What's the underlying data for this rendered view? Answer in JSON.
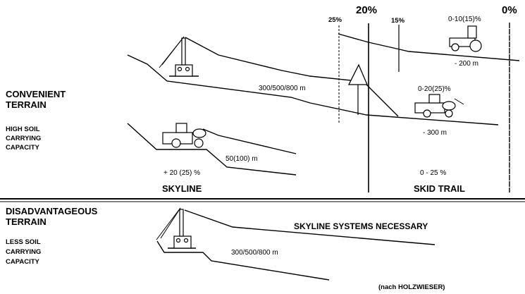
{
  "convenient": {
    "title_line1": "CONVENIENT",
    "title_line2": "TERRAIN",
    "soil_line1": "HIGH SOIL",
    "soil_line2": "CARRYING",
    "soil_line3": "CAPACITY"
  },
  "disadvantageous": {
    "title_line1": "DISADVANTAGEOUS",
    "title_line2": "TERRAIN",
    "soil_line1": "LESS SOIL",
    "soil_line2": "CARRYING",
    "soil_line3": "CAPACITY",
    "note": "SKYLINE SYSTEMS NECESSARY",
    "distance": "300/500/800 m"
  },
  "skyline": {
    "label": "SKYLINE",
    "slope": "+ 20 (25) %",
    "skyline_distance": "300/500/800 m",
    "tractor_distance": "50(100) m"
  },
  "skid_trail": {
    "label": "SKID TRAIL",
    "slope": "0 - 25 %",
    "tractor_slope": "0-10(15)%",
    "tractor_distance": "- 200 m",
    "skidder_slope": "0-20(25)%",
    "skidder_distance": "- 300 m"
  },
  "gradients": {
    "g25": "25%",
    "g20": "20%",
    "g15": "15%",
    "g0": "0%"
  },
  "source": "(nach HOLZWIESER)"
}
